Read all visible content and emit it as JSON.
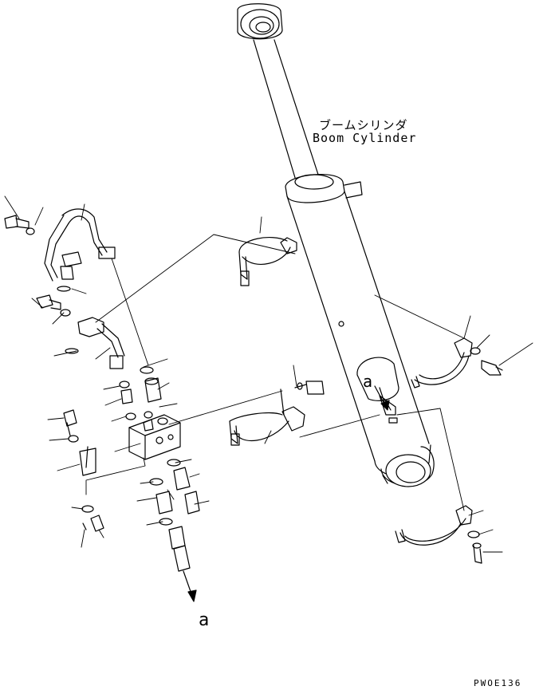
{
  "labels": {
    "component_name_jp": "ブームシリンダ",
    "component_name_en": "Boom Cylinder",
    "reference_mark_cylinder": "a",
    "reference_mark_hose": "a",
    "drawing_code": "PWOE136"
  },
  "colors": {
    "line": "#000000",
    "background": "#ffffff"
  }
}
